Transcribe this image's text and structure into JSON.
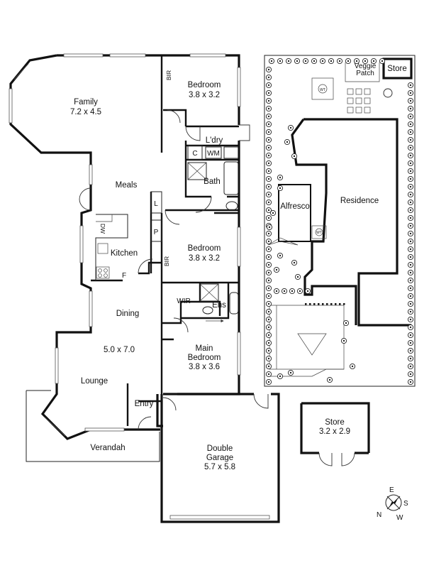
{
  "rooms": {
    "family": {
      "name": "Family",
      "size": "7.2 x 4.5"
    },
    "bedroom1": {
      "name": "Bedroom",
      "size": "3.8 x 3.2"
    },
    "bedroom2": {
      "name": "Bedroom",
      "size": "3.8 x 3.2"
    },
    "main_bedroom": {
      "name": "Main",
      "name2": "Bedroom",
      "size": "3.8 x 3.6"
    },
    "living": {
      "size": "5.0 x 7.0"
    },
    "garage": {
      "name": "Double",
      "name2": "Garage",
      "size": "5.7 x 5.8"
    },
    "store_shed": {
      "name": "Store",
      "size": "3.2 x 2.9"
    },
    "meals": "Meals",
    "kitchen": "Kitchen",
    "dining": "Dining",
    "lounge": "Lounge",
    "entry": "Entry",
    "verandah": "Verandah",
    "laundry": "L'dry",
    "bath": "Bath",
    "ensuite": "Ens",
    "wir": "WIR",
    "bir1": "BIR",
    "bir2": "BIR",
    "wm": "WM",
    "c": "C",
    "l": "L",
    "p": "P",
    "f": "F",
    "dw": "DW"
  },
  "site": {
    "veggie1": "Veggie",
    "veggie2": "Patch",
    "store": "Store",
    "alfresco": "Alfresco",
    "residence": "Residence",
    "wt1": "WT",
    "wt2": "WT"
  },
  "compass": {
    "n": "N",
    "e": "E",
    "s": "S",
    "w": "W"
  }
}
